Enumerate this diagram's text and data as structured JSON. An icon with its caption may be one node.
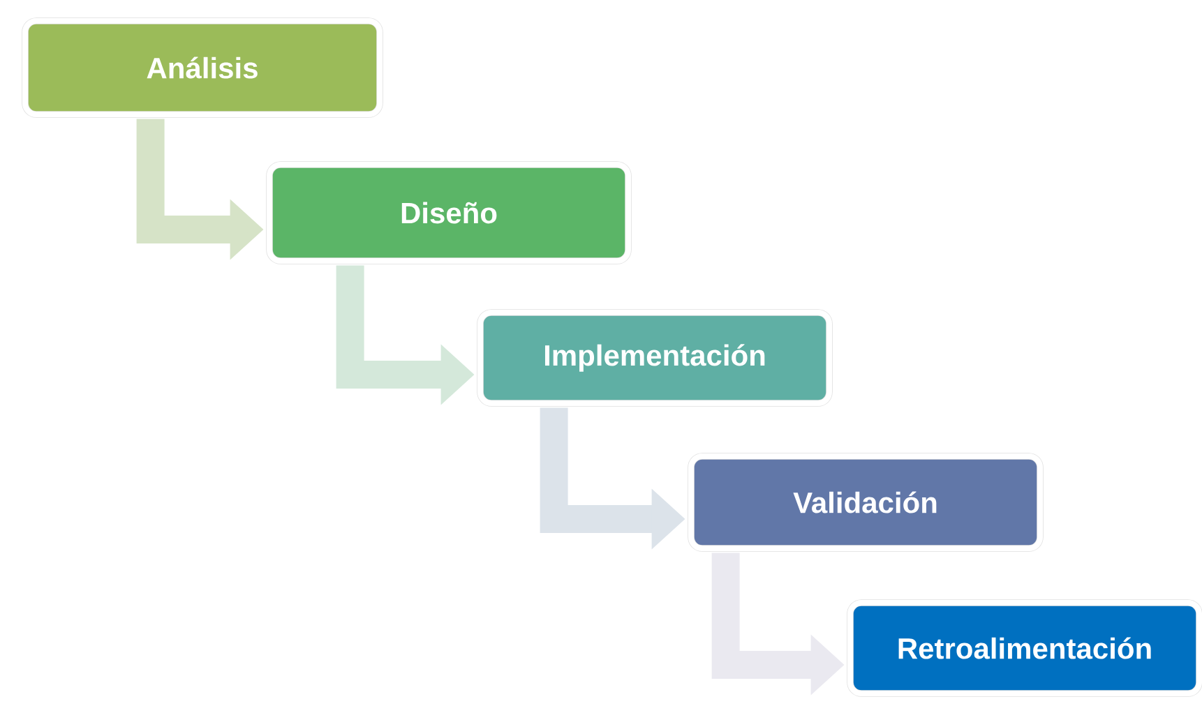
{
  "diagram": {
    "nodes": [
      {
        "text": [
          "Análisis"
        ]
      },
      {
        "text": [
          "Diseño"
        ]
      },
      {
        "text": [
          "Implementación"
        ]
      },
      {
        "text": [
          "Validación"
        ]
      },
      {
        "text": [
          "Retroalimentación"
        ]
      }
    ],
    "edges": [
      {
        "from": 0,
        "to": 1,
        "arrow": "to",
        "color": "#d6e3c7"
      },
      {
        "from": 1,
        "to": 2,
        "arrow": "to",
        "color": "#d4e8da"
      },
      {
        "from": 2,
        "to": 3,
        "arrow": "to",
        "color": "#dce3ea"
      },
      {
        "from": 3,
        "to": 4,
        "arrow": "to",
        "color": "#eae9f0"
      }
    ]
  }
}
